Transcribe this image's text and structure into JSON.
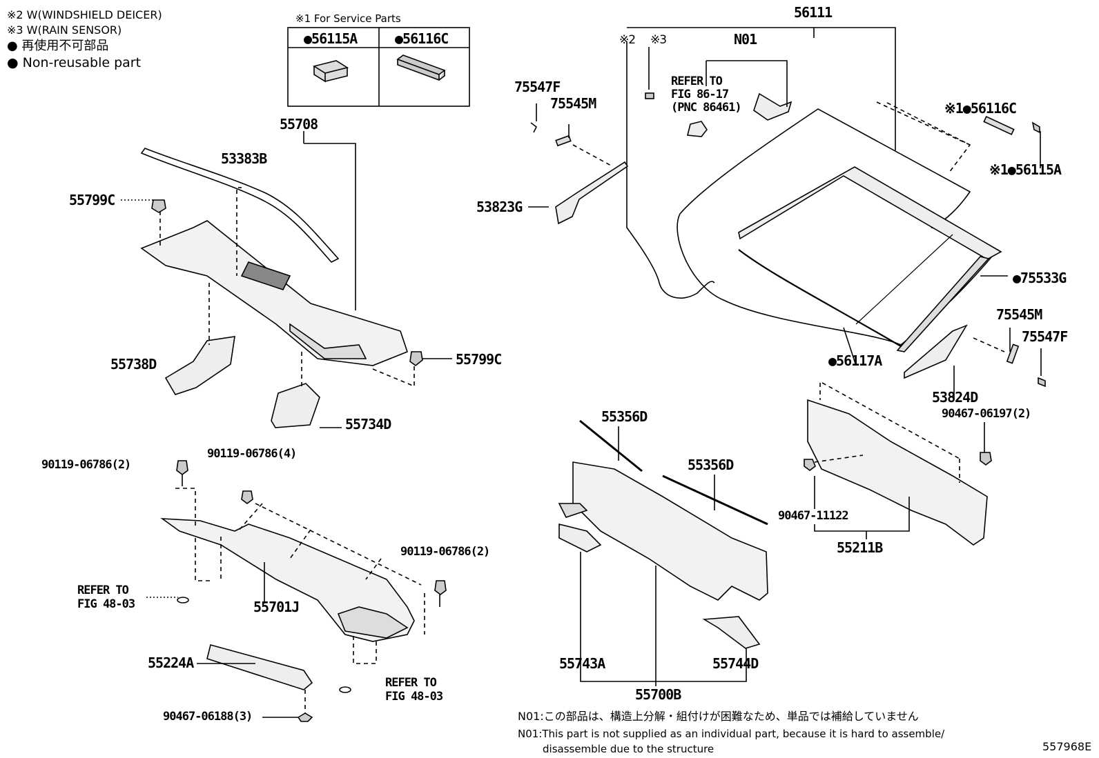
{
  "legend": {
    "line1": "※2 W(WINDSHIELD DEICER)",
    "line2": "※3 W(RAIN SENSOR)",
    "line3": "● 再使用不可部品",
    "line4": "● Non-reusable part"
  },
  "service_box": {
    "title": "※1 For Service Parts",
    "col1": "●56115A",
    "col2": "●56116C"
  },
  "labels": {
    "p56111": "56111",
    "star2": "※2",
    "star3": "※3",
    "n01": "N01",
    "refer_86_17_a": "REFER TO",
    "refer_86_17_b": "FIG 86-17",
    "refer_86_17_c": "(PNC 86461)",
    "p75547F_a": "75547F",
    "p75545M_a": "75545M",
    "p53823G": "53823G",
    "p56116C": "※1●56116C",
    "p56115A": "※1●56115A",
    "p75533G": "●75533G",
    "p56117A": "●56117A",
    "p75545M_b": "75545M",
    "p75547F_b": "75547F",
    "p53824D": "53824D",
    "p90467_06197": "90467-06197(2)",
    "p90467_11122": "90467-11122",
    "p55211B": "55211B",
    "p55708": "55708",
    "p53383B": "53383B",
    "p55799C_a": "55799C",
    "p55799C_b": "55799C",
    "p55738D": "55738D",
    "p55734D": "55734D",
    "p90119_2a": "90119-06786(2)",
    "p90119_4": "90119-06786(4)",
    "p90119_2b": "90119-06786(2)",
    "refer_48_03a_1": "REFER TO",
    "refer_48_03a_2": "FIG 48-03",
    "p55701J": "55701J",
    "p55224A": "55224A",
    "refer_48_03b_1": "REFER TO",
    "refer_48_03b_2": "FIG 48-03",
    "p90467_06188": "90467-06188(3)",
    "p55356D_a": "55356D",
    "p55356D_b": "55356D",
    "p55743A": "55743A",
    "p55744D": "55744D",
    "p55700B": "55700B"
  },
  "notes": {
    "jp": "N01:この部品は、構造上分解・組付けが困難なため、単品では補給していません",
    "en1": "N01:This part is not supplied as an individual part, because it is hard to assemble/",
    "en2": "disassemble due to the structure"
  },
  "figure_id": "557968E"
}
